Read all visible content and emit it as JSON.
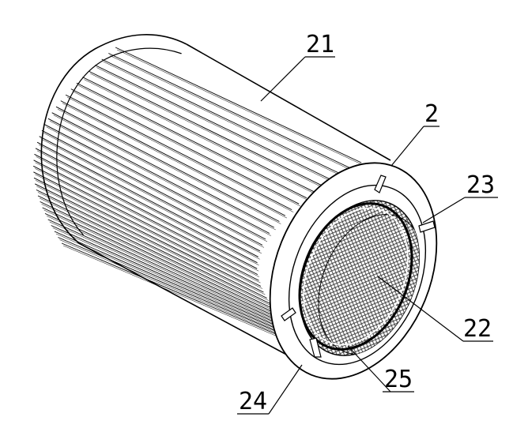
{
  "figure": {
    "subject": "cylindrical pleated filter element",
    "stroke_color": "#000000",
    "background_color": "#ffffff",
    "callouts": [
      {
        "id": "c21",
        "label": "21"
      },
      {
        "id": "c2",
        "label": "2"
      },
      {
        "id": "c23",
        "label": "23"
      },
      {
        "id": "c22",
        "label": "22"
      },
      {
        "id": "c25",
        "label": "25"
      },
      {
        "id": "c24",
        "label": "24"
      }
    ]
  }
}
